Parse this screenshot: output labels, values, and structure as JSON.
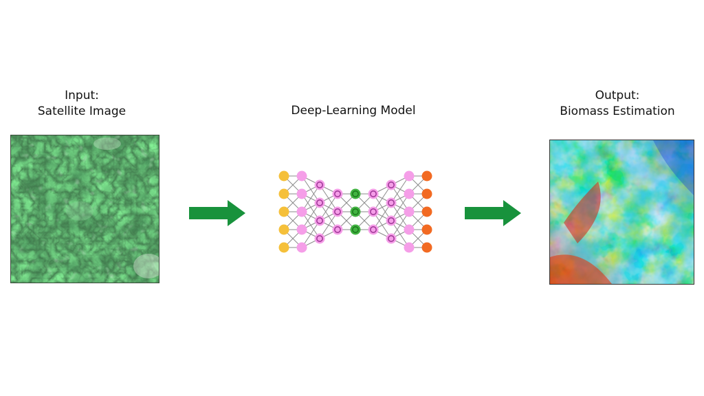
{
  "diagram": {
    "input": {
      "caption_line1": "Input:",
      "caption_line2": "Satellite Image"
    },
    "model": {
      "caption": "Deep-Learning Model"
    },
    "output": {
      "caption_line1": "Output:",
      "caption_line2": "Biomass Estimation"
    },
    "colors": {
      "arrow": "#18923c",
      "input_nodes": "#f5c03a",
      "hidden_nodes": "#f59ee8",
      "hidden_node_ring": "#a23a9a",
      "bottleneck_nodes": "#41b341",
      "bottleneck_ring": "#1c7a1c",
      "output_nodes": "#f26a22",
      "edges": "#8a8a8a"
    },
    "network": {
      "layer_node_counts": [
        5,
        5,
        4,
        3,
        3,
        3,
        4,
        5,
        5
      ],
      "layer_roles": [
        "input",
        "hidden",
        "hidden-ringed",
        "hidden-ringed",
        "bottleneck",
        "hidden-ringed",
        "hidden-ringed",
        "hidden",
        "output"
      ]
    }
  }
}
